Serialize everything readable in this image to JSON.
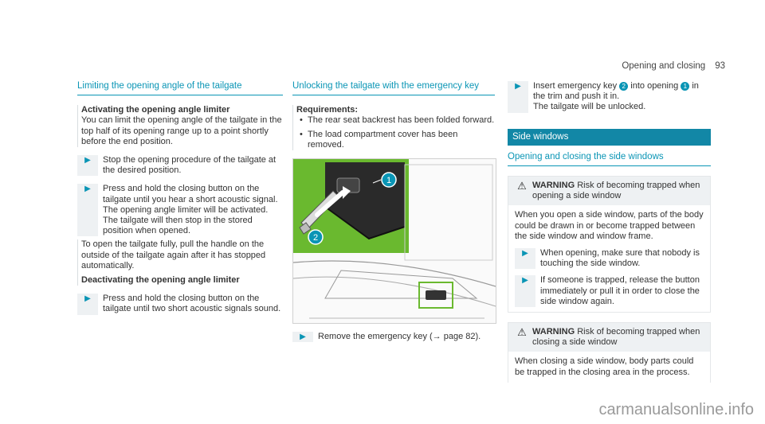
{
  "header": {
    "section": "Opening and closing",
    "page": "93"
  },
  "col1": {
    "title": "Limiting the opening angle of the tailgate",
    "sub1": "Activating the opening angle limiter",
    "intro": "You can limit the opening angle of the tailgate in the top half of its opening range up to a point shortly before the end position.",
    "step1": "Stop the opening procedure of the tailgate at the desired position.",
    "step2": "Press and hold the closing button on the tailgate until you hear a short acoustic signal. The opening angle limiter will be activated. The tailgate will then stop in the stored position when opened.",
    "note": "To open the tailgate fully, pull the handle on the outside of the tailgate again after it has stopped automatically.",
    "sub2": "Deactivating the opening angle limiter",
    "step3": "Press and hold the closing button on the tailgate until two short acoustic signals sound."
  },
  "col2": {
    "title": "Unlocking the tailgate with the emergency key",
    "req_label": "Requirements:",
    "req1": "The rear seat backrest has been folded forward.",
    "req2": "The load compartment cover has been removed.",
    "callout1": "1",
    "callout2": "2",
    "step1": "Remove the emergency key (→ page 82)."
  },
  "col3": {
    "step1_a": "Insert emergency key",
    "step1_n2": "2",
    "step1_b": "into opening",
    "step1_n1": "1",
    "step1_c": "in the trim and push it in.",
    "step1_d": "The tailgate will be unlocked.",
    "banner": "Side windows",
    "title": "Opening and closing the side windows",
    "warn1_label": "WARNING",
    "warn1_head": "Risk of becoming trapped when opening a side window",
    "warn1_body": "When you open a side window, parts of the body could be drawn in or become trapped between the side window and window frame.",
    "warn1_s1": "When opening, make sure that nobody is touching the side window.",
    "warn1_s2": "If someone is trapped, release the button immediately or pull it in order to close the side window again.",
    "warn2_label": "WARNING",
    "warn2_head": "Risk of becoming trapped when closing a side window",
    "warn2_body": "When closing a side window, body parts could be trapped in the closing area in the process."
  },
  "watermark": "carmanualsonline.info",
  "colors": {
    "accent": "#0a95b5",
    "banner": "#1287a6",
    "figure_green": "#55b830"
  },
  "icons": {
    "step": "triangle-right-icon",
    "warning": "warning-triangle-icon"
  }
}
